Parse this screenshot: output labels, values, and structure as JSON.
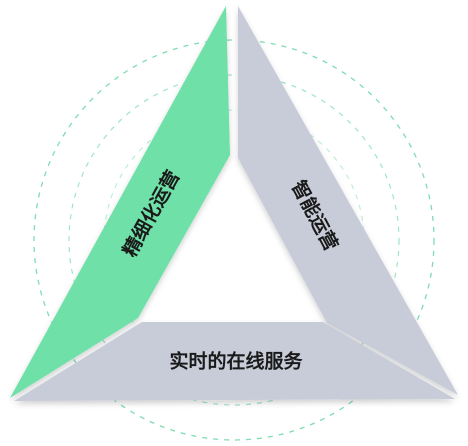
{
  "diagram": {
    "segments": [
      {
        "id": "left",
        "label": "精细化运营",
        "color": "#6ee0a8"
      },
      {
        "id": "right",
        "label": "智能运营",
        "color": "#c8ccd9"
      },
      {
        "id": "bottom",
        "label": "实时的在线服务",
        "color": "#c8ccd9"
      }
    ],
    "ring_color": "#7fdcb0"
  }
}
